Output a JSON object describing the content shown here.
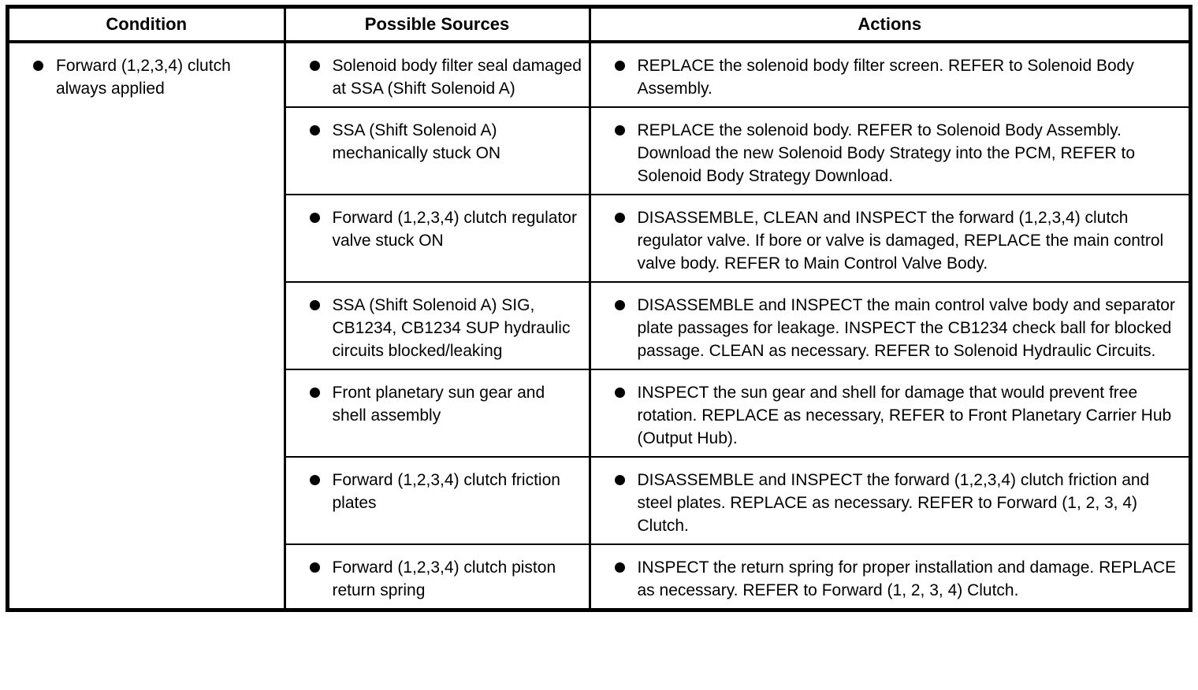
{
  "page": {
    "background_color": "#ffffff",
    "border_color": "#000000",
    "text_color": "#000000"
  },
  "icons": {
    "bullet": "filled-circle"
  },
  "table": {
    "headers": [
      {
        "label": "Condition"
      },
      {
        "label": "Possible Sources"
      },
      {
        "label": "Actions"
      }
    ],
    "condition": {
      "text": "Forward (1,2,3,4) clutch always applied"
    },
    "rows": [
      {
        "source": "Solenoid body filter seal damaged at SSA (Shift Solenoid A)",
        "action": "REPLACE the solenoid body filter screen. REFER to Solenoid Body Assembly."
      },
      {
        "source": "SSA (Shift Solenoid A) mechanically stuck ON",
        "action": "REPLACE the solenoid body. REFER to Solenoid Body Assembly. Download the new Solenoid Body Strategy into the PCM, REFER to Solenoid Body Strategy Download."
      },
      {
        "source": "Forward (1,2,3,4) clutch regulator valve stuck ON",
        "action": "DISASSEMBLE, CLEAN and INSPECT the forward (1,2,3,4) clutch regulator valve. If bore or valve is damaged, REPLACE the main control valve body. REFER to Main Control Valve Body."
      },
      {
        "source": "SSA (Shift Solenoid A) SIG, CB1234, CB1234 SUP hydraulic circuits blocked/leaking",
        "action": "DISASSEMBLE and INSPECT the main control valve body and separator plate passages for leakage. INSPECT the CB1234 check ball for blocked passage. CLEAN as necessary. REFER to Solenoid Hydraulic Circuits."
      },
      {
        "source": "Front planetary sun gear and shell assembly",
        "action": "INSPECT the sun gear and shell for damage that would prevent free rotation. REPLACE as necessary, REFER to Front Planetary Carrier Hub (Output Hub)."
      },
      {
        "source": "Forward (1,2,3,4) clutch friction plates",
        "action": "DISASSEMBLE and INSPECT the forward (1,2,3,4) clutch friction and steel plates. REPLACE as necessary. REFER to Forward (1, 2, 3, 4) Clutch."
      },
      {
        "source": "Forward (1,2,3,4) clutch piston return spring",
        "action": "INSPECT the return spring for proper installation and damage. REPLACE as necessary. REFER to Forward (1, 2, 3, 4) Clutch."
      }
    ]
  }
}
